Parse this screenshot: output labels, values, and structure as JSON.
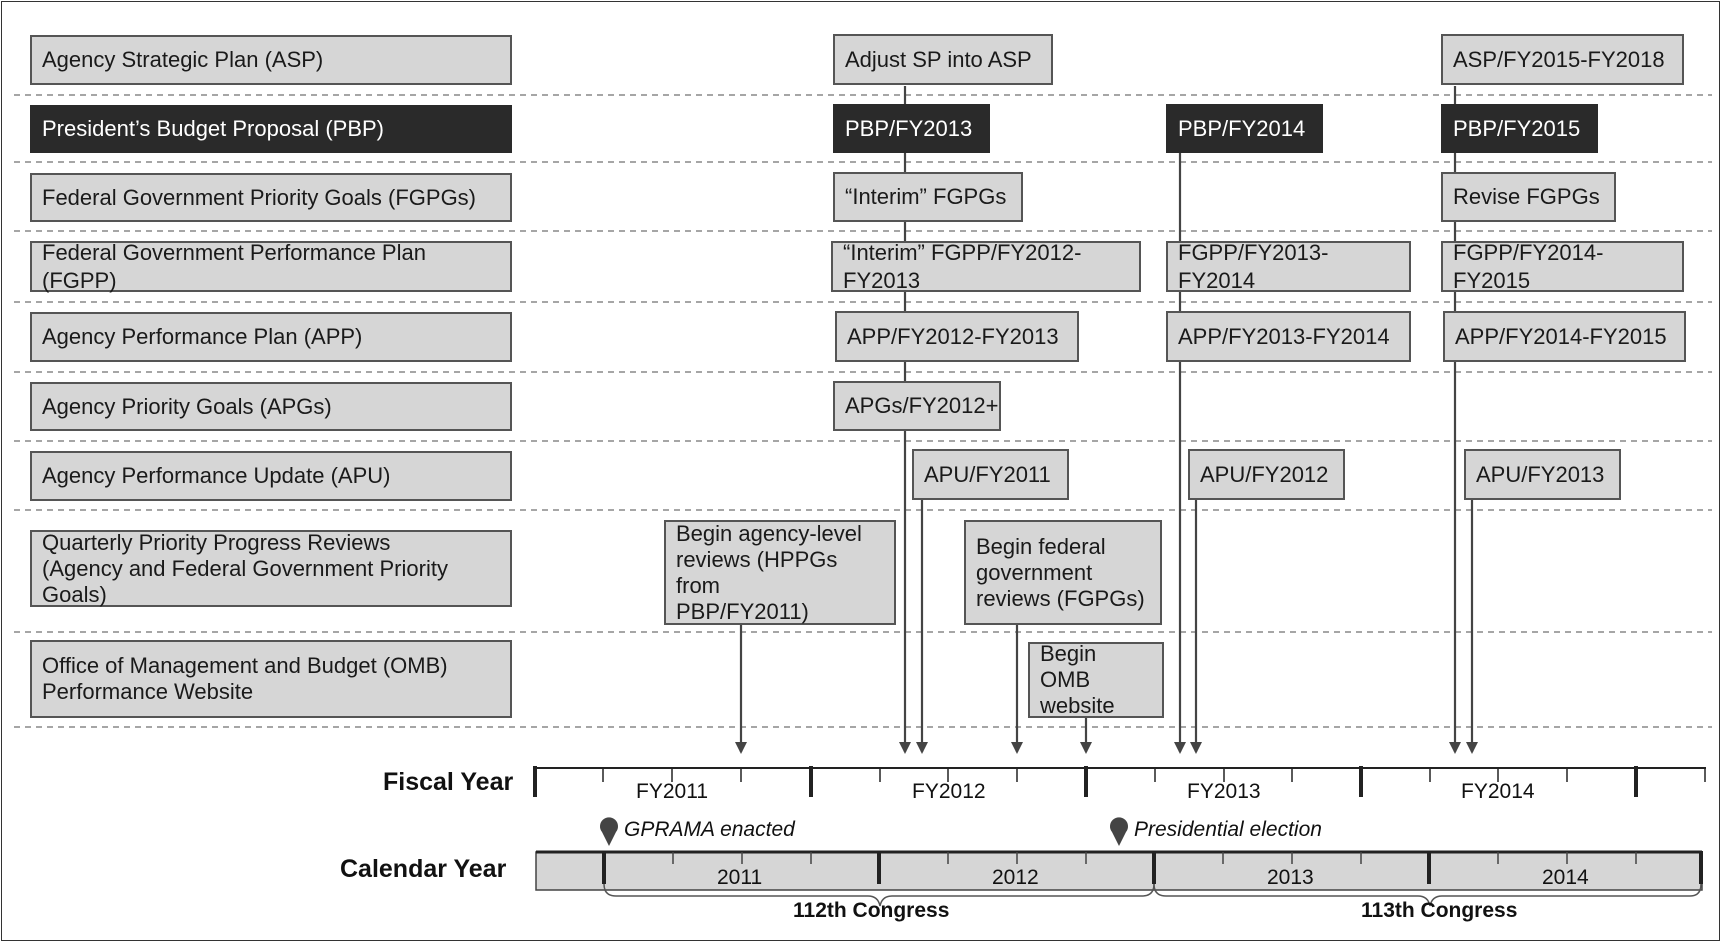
{
  "rows": [
    {
      "label": "Agency Strategic Plan (ASP)",
      "dark": false
    },
    {
      "label": "President’s Budget Proposal (PBP)",
      "dark": true
    },
    {
      "label": "Federal Government Priority Goals (FGPGs)",
      "dark": false
    },
    {
      "label": "Federal Government Performance Plan (FGPP)",
      "dark": false
    },
    {
      "label": "Agency Performance Plan (APP)",
      "dark": false
    },
    {
      "label": "Agency Priority Goals (APGs)",
      "dark": false
    },
    {
      "label": "Agency Performance Update (APU)",
      "dark": false
    },
    {
      "label": "Quarterly Priority Progress Reviews\n(Agency and Federal Government Priority Goals)",
      "dark": false
    },
    {
      "label": "Office of Management and Budget (OMB)\nPerformance Website",
      "dark": false
    }
  ],
  "milestones": {
    "asp_adjust": "Adjust SP into ASP",
    "asp_2015": "ASP/FY2015-FY2018",
    "pbp_2013": "PBP/FY2013",
    "pbp_2014": "PBP/FY2014",
    "pbp_2015": "PBP/FY2015",
    "fgpg_interim": "“Interim” FGPGs",
    "fgpg_revise": "Revise FGPGs",
    "fgpp_interim": "“Interim” FGPP/FY2012-FY2013",
    "fgpp_2013": "FGPP/FY2013-FY2014",
    "fgpp_2014": "FGPP/FY2014-FY2015",
    "app_2012": "APP/FY2012-FY2013",
    "app_2013": "APP/FY2013-FY2014",
    "app_2014": "APP/FY2014-FY2015",
    "apg_2012": "APGs/FY2012+",
    "apu_2011": "APU/FY2011",
    "apu_2012": "APU/FY2012",
    "apu_2013": "APU/FY2013",
    "review_agency": "Begin agency-level\nreviews (HPPGs from\nPBP/FY2011)",
    "review_federal": "Begin federal\ngovernment\nreviews (FGPGs)",
    "omb_website": "Begin OMB\nwebsite"
  },
  "fiscal_axis": {
    "title": "Fiscal Year",
    "years": [
      "FY2011",
      "FY2012",
      "FY2013",
      "FY2014"
    ]
  },
  "calendar_axis": {
    "title": "Calendar Year",
    "years": [
      "2011",
      "2012",
      "2013",
      "2014"
    ]
  },
  "events": [
    "GPRAMA enacted",
    "Presidential election"
  ],
  "congresses": [
    "112th Congress",
    "113th Congress"
  ],
  "colors": {
    "box_fill": "#d6d6d6",
    "dark_fill": "#2a2a2a",
    "line": "#444444"
  }
}
